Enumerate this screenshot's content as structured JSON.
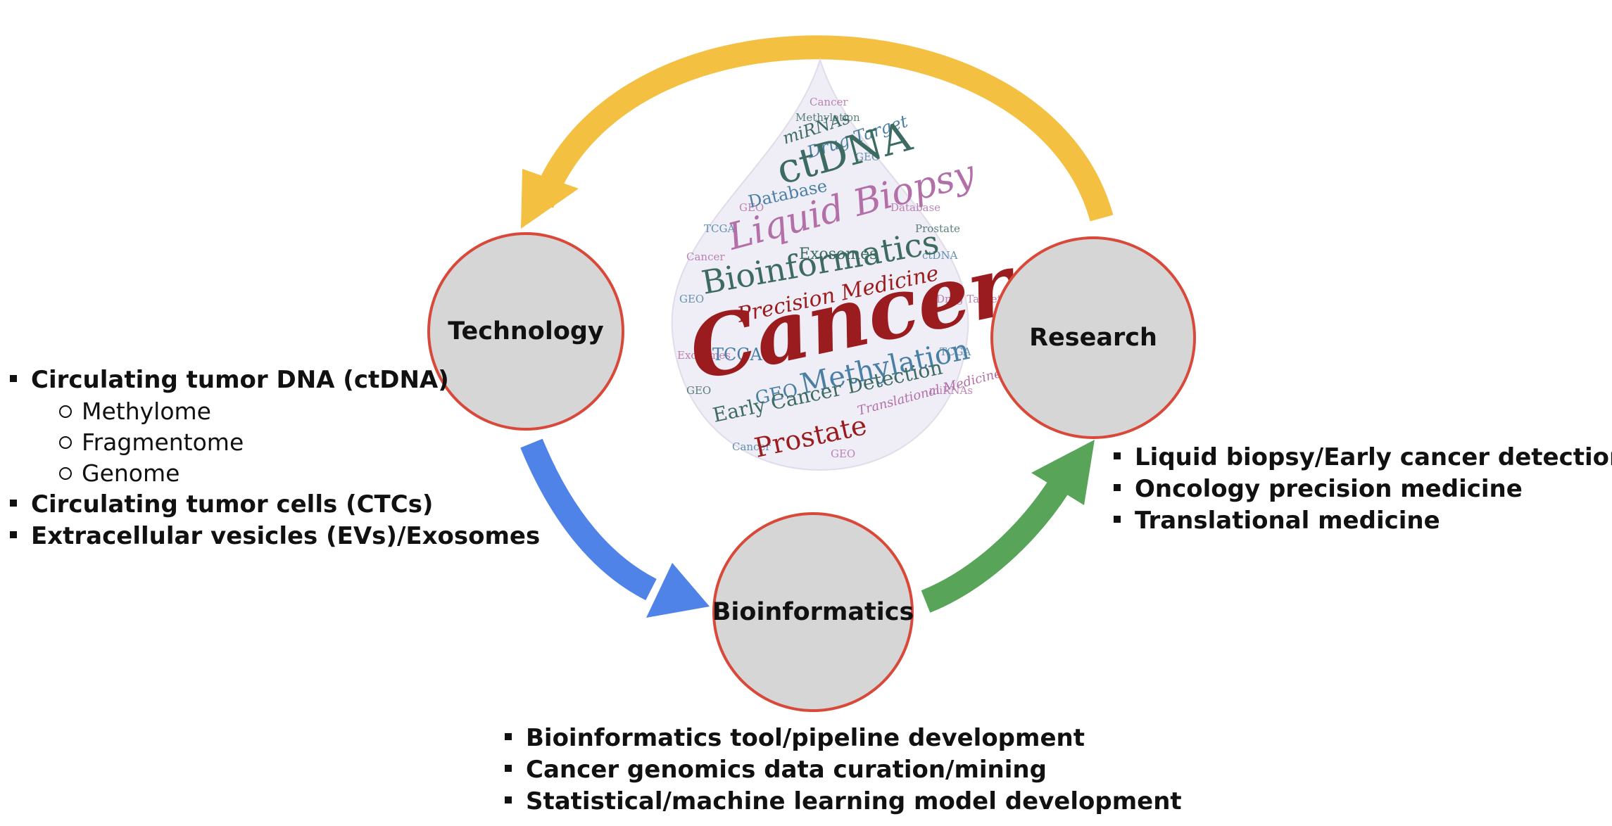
{
  "nodes": {
    "technology": "Technology",
    "research": "Research",
    "bioinformatics": "Bioinformatics"
  },
  "technology_list": {
    "item1": "Circulating tumor DNA (ctDNA)",
    "sub1": "Methylome",
    "sub2": "Fragmentome",
    "sub3": "Genome",
    "item2": "Circulating tumor cells (CTCs)",
    "item3": "Extracellular vesicles (EVs)/Exosomes"
  },
  "research_list": {
    "item1": "Liquid biopsy/Early cancer detection",
    "item2": "Oncology precision medicine",
    "item3": "Translational medicine"
  },
  "bioinformatics_list": {
    "item1": "Bioinformatics tool/pipeline development",
    "item2": "Cancer genomics data curation/mining",
    "item3": "Statistical/machine learning model development"
  },
  "word_cloud": {
    "cancer": "Cancer",
    "bioinformatics": "Bioinformatics",
    "liquid_biopsy": "Liquid Biopsy",
    "ctdna": "ctDNA",
    "precision_medicine": "Precision Medicine",
    "methylation": "Methylation",
    "prostate": "Prostate",
    "early_cancer_detection": "Early Cancer Detection",
    "exosomes": "Exosomes",
    "mirnas": "miRNAs",
    "drug_target": "Drug Target",
    "database": "Database",
    "tcga": "TCGA",
    "geo": "GEO",
    "translational_medicine": "Translational Medicine"
  },
  "colors": {
    "arrow_top": "#f3c042",
    "arrow_left": "#4f83e8",
    "arrow_right": "#58a55a",
    "node_fill": "#d6d6d6",
    "node_border": "#d9493a",
    "cancer_red": "#9b1c1f",
    "teal": "#3d6b62",
    "purple": "#b26fa8",
    "blue": "#4a7fa5"
  }
}
